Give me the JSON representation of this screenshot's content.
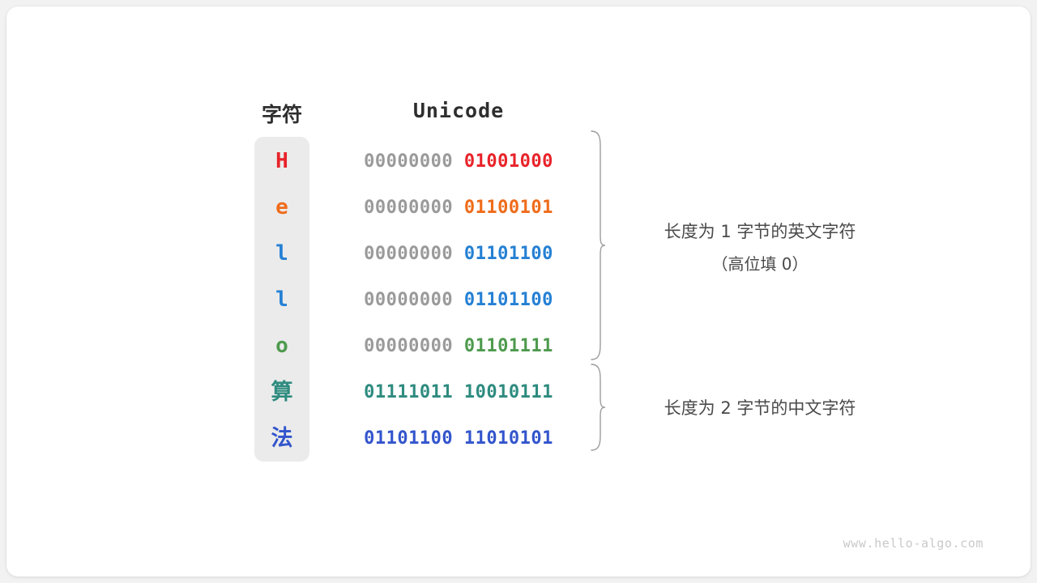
{
  "card": {
    "background": "#ffffff",
    "page_background": "#f2f2f2"
  },
  "headers": {
    "char_label": "字符",
    "unicode_label": "Unicode"
  },
  "strip": {
    "background": "#ebebeb"
  },
  "rows": [
    {
      "char": "H",
      "char_color": "#e8232a",
      "high_byte": "00000000",
      "low_byte": "01001000",
      "low_color": "#e8232a",
      "high_color": "#9a9a9a",
      "cjk": false
    },
    {
      "char": "e",
      "char_color": "#ef6c1a",
      "high_byte": "00000000",
      "low_byte": "01100101",
      "low_color": "#ef6c1a",
      "high_color": "#9a9a9a",
      "cjk": false
    },
    {
      "char": "l",
      "char_color": "#2580d4",
      "high_byte": "00000000",
      "low_byte": "01101100",
      "low_color": "#2580d4",
      "high_color": "#9a9a9a",
      "cjk": false
    },
    {
      "char": "l",
      "char_color": "#2580d4",
      "high_byte": "00000000",
      "low_byte": "01101100",
      "low_color": "#2580d4",
      "high_color": "#9a9a9a",
      "cjk": false
    },
    {
      "char": "o",
      "char_color": "#4e9a4e",
      "high_byte": "00000000",
      "low_byte": "01101111",
      "low_color": "#4e9a4e",
      "high_color": "#9a9a9a",
      "cjk": false
    },
    {
      "char": "算",
      "char_color": "#2e8b7f",
      "high_byte": "01111011",
      "low_byte": "10010111",
      "low_color": "#2e8b7f",
      "high_color": "#2e8b7f",
      "cjk": true
    },
    {
      "char": "法",
      "char_color": "#3355cc",
      "high_byte": "01101100",
      "low_byte": "11010101",
      "low_color": "#3355cc",
      "high_color": "#3355cc",
      "cjk": true
    }
  ],
  "annotations": {
    "ascii": {
      "line1": "长度为 1 字节的英文字符",
      "line2": "（高位填 0）"
    },
    "cjk": {
      "line1": "长度为 2 字节的中文字符",
      "line2": ""
    }
  },
  "brace_color": "#9d9d9d",
  "watermark": "www.hello-algo.com"
}
